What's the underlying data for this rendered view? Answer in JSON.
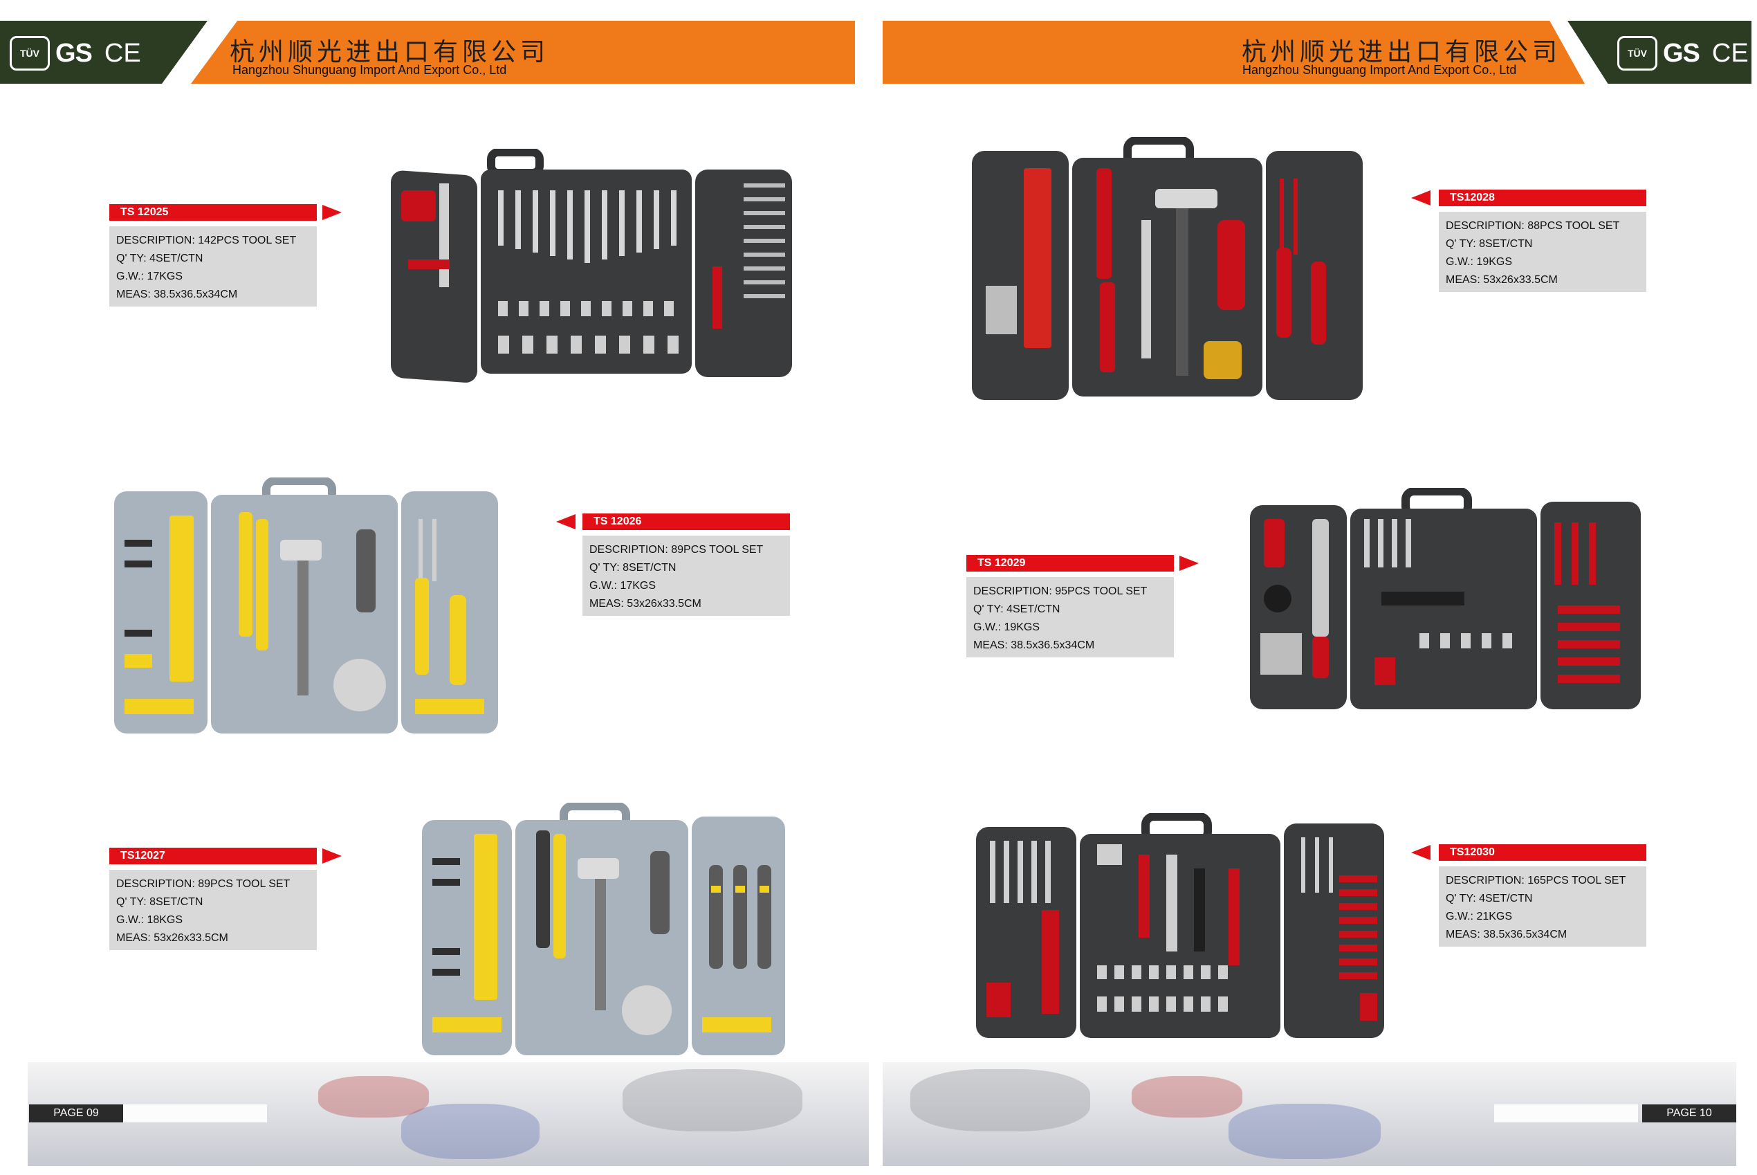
{
  "header": {
    "company_cn": "杭州顺光进出口有限公司",
    "company_en": "Hangzhou Shunguang  Import And Export Co., Ltd",
    "logo_tuv": "TÜV",
    "logo_gs": "GS",
    "logo_ce": "CE"
  },
  "pages": [
    {
      "page_label": "PAGE 09",
      "products": [
        {
          "code": "TS 12025",
          "description": "DESCRIPTION: 142PCS TOOL SET",
          "qty": "Q' TY: 4SET/CTN",
          "gw": "G.W.:  17KGS",
          "meas": "MEAS: 38.5x36.5x34CM"
        },
        {
          "code": "TS 12026",
          "description": "DESCRIPTION: 89PCS TOOL SET",
          "qty": "Q' TY: 8SET/CTN",
          "gw": "G.W.:  17KGS",
          "meas": "MEAS: 53x26x33.5CM"
        },
        {
          "code": "TS12027",
          "description": "DESCRIPTION: 89PCS TOOL SET",
          "qty": "Q' TY: 8SET/CTN",
          "gw": "G.W.:  18KGS",
          "meas": "MEAS: 53x26x33.5CM"
        }
      ]
    },
    {
      "page_label": "PAGE 10",
      "products": [
        {
          "code": "TS12028",
          "description": "DESCRIPTION: 88PCS TOOL SET",
          "qty": "Q' TY: 8SET/CTN",
          "gw": "G.W.:  19KGS",
          "meas": "MEAS: 53x26x33.5CM"
        },
        {
          "code": "TS 12029",
          "description": "DESCRIPTION: 95PCS TOOL SET",
          "qty": "Q' TY: 4SET/CTN",
          "gw": "G.W.: 19KGS",
          "meas": "MEAS: 38.5x36.5x34CM"
        },
        {
          "code": "TS12030",
          "description": "DESCRIPTION: 165PCS TOOL SET",
          "qty": "Q' TY: 4SET/CTN",
          "gw": "G.W.:  21KGS",
          "meas": "MEAS: 38.5x36.5x34CM"
        }
      ]
    }
  ],
  "colors": {
    "header_orange": "#f07a1a",
    "header_dark_green": "#2b3c23",
    "label_red": "#e30f16",
    "desc_gray": "#d9d9d9",
    "case_dark": "#3a3b3d",
    "case_light": "#a9b3be"
  }
}
